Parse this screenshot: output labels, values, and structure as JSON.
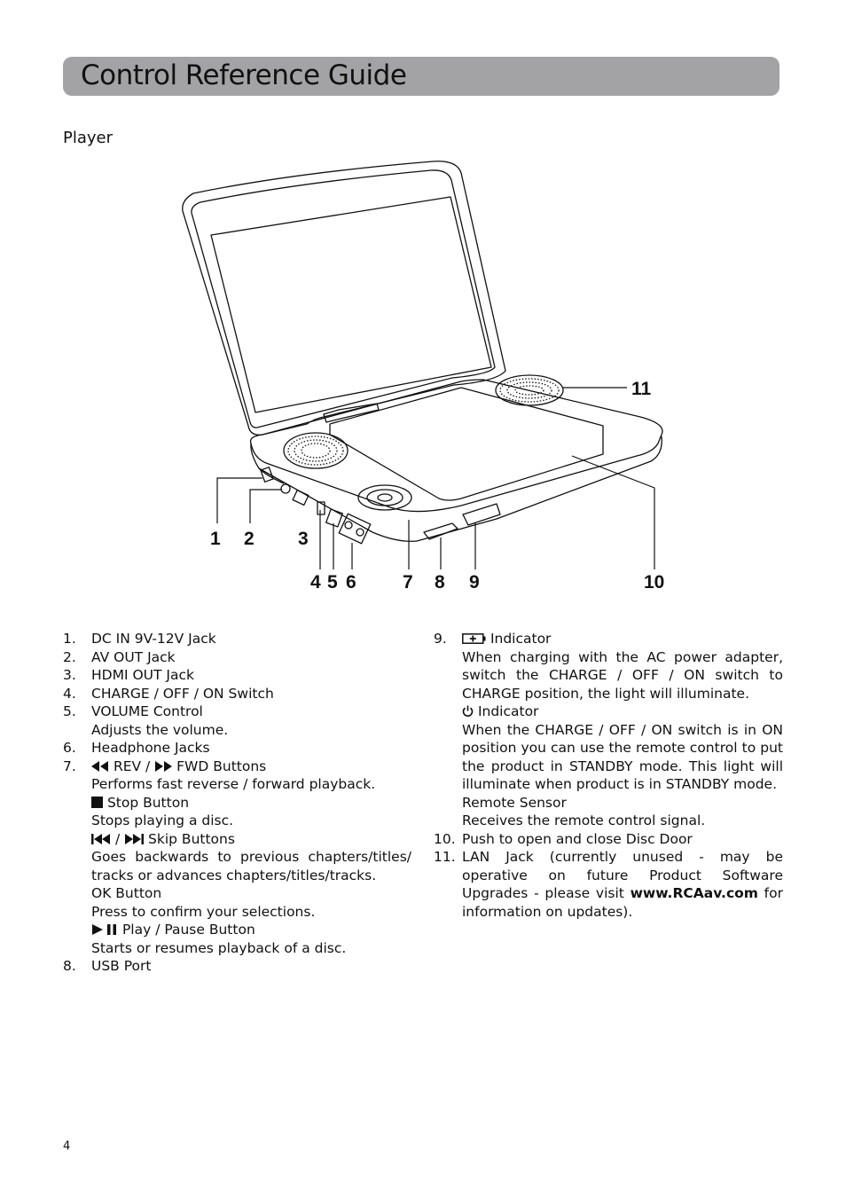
{
  "header": {
    "title": "Control Reference Guide"
  },
  "section": {
    "title": "Player"
  },
  "diagram": {
    "callouts": [
      "1",
      "2",
      "3",
      "4",
      "5",
      "6",
      "7",
      "8",
      "9",
      "10",
      "11"
    ]
  },
  "list_left": [
    {
      "num": "1.",
      "label": "DC IN 9V-12V Jack"
    },
    {
      "num": "2.",
      "label": "AV OUT Jack"
    },
    {
      "num": "3.",
      "label": "HDMI OUT Jack"
    },
    {
      "num": "4.",
      "label": "CHARGE / OFF / ON Switch"
    },
    {
      "num": "5.",
      "label": "VOLUME Control",
      "desc": "Adjusts the volume."
    },
    {
      "num": "6.",
      "label": "Headphone Jacks"
    },
    {
      "num": "7.",
      "rev_fwd": {
        "rev": "REV /",
        "fwd": "FWD Buttons",
        "desc": "Performs fast reverse / forward playback."
      },
      "stop": {
        "label": "Stop Button",
        "desc": "Stops playing a disc."
      },
      "skip": {
        "sep": "/",
        "label": "Skip Buttons",
        "desc": "Goes backwards to previous chapters/titles/ tracks or advances chapters/titles/tracks."
      },
      "ok": {
        "label": "OK Button",
        "desc": "Press to confirm your selections."
      },
      "play": {
        "label": "Play / Pause Button",
        "desc": "Starts or resumes playback of a disc."
      }
    },
    {
      "num": "8.",
      "label": "USB Port"
    }
  ],
  "list_right": [
    {
      "num": "9.",
      "charge": {
        "label": "Indicator",
        "desc": "When charging with the AC power adapter, switch the CHARGE / OFF / ON switch to CHARGE position, the light will illuminate."
      },
      "power": {
        "label": "Indicator",
        "desc": "When the CHARGE / OFF / ON switch is in ON position you can use the remote control to put the product in STANDBY mode.  This light will illuminate when product is in STANDBY mode."
      },
      "remote": {
        "label": "Remote Sensor",
        "desc": "Receives the remote control signal."
      }
    },
    {
      "num": "10.",
      "label": "Push to open and close Disc Door"
    },
    {
      "num": "11.",
      "text_before": "LAN Jack (currently unused - may be operative on future Product Software Upgrades - please visit",
      "link": "www.RCAav.com",
      "text_after": "for information on updates)."
    }
  ],
  "footer": {
    "page_number": "4"
  }
}
